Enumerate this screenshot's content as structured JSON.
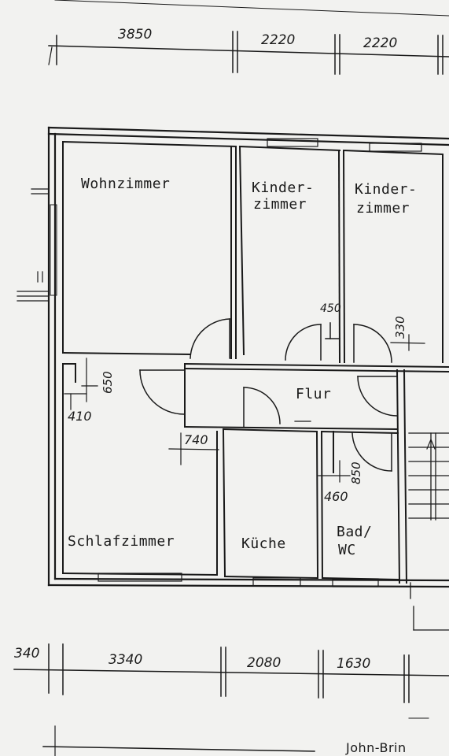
{
  "rooms": {
    "wohnzimmer": "Wohnzimmer",
    "kinderzimmer_1_line1": "Kinder-",
    "kinderzimmer_1_line2": "zimmer",
    "kinderzimmer_2_line1": "Kinder-",
    "kinderzimmer_2_line2": "zimmer",
    "flur": "Flur",
    "schlafzimmer": "Schlafzimmer",
    "kueche": "Küche",
    "bad_line1": "Bad/",
    "bad_line2": "WC"
  },
  "dimensions_top": [
    "3850",
    "2220",
    "2220"
  ],
  "dimensions_bottom": [
    "340",
    "3340",
    "2080",
    "1630"
  ],
  "dimensions_inner": {
    "d450": "450",
    "d330": "330",
    "d650": "650",
    "d410": "410",
    "d740": "740",
    "d850": "850",
    "d460": "460"
  },
  "footer_text": "John-Brin"
}
